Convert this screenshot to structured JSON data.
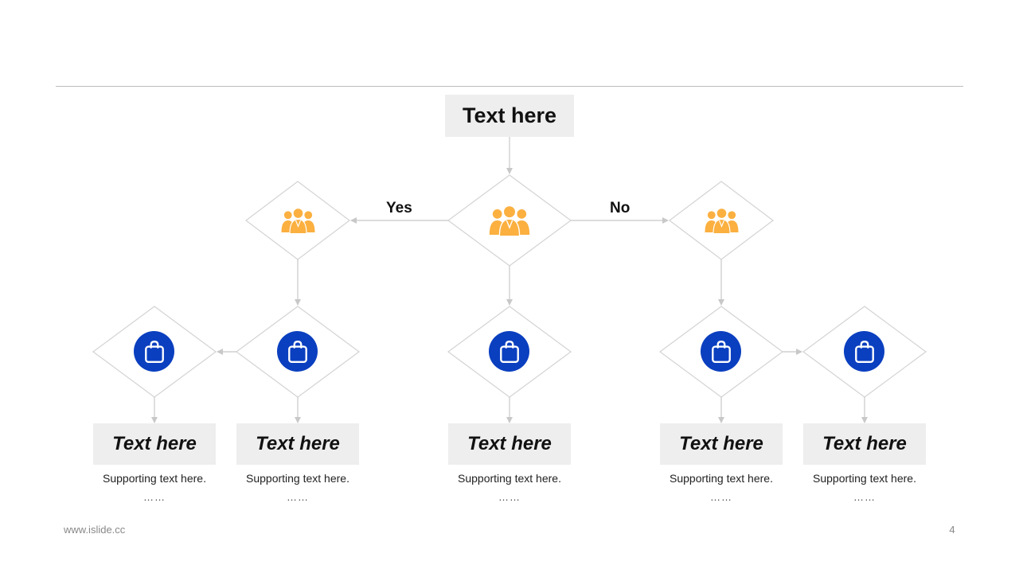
{
  "title": "Text here",
  "branches": {
    "yes_label": "Yes",
    "no_label": "No"
  },
  "results": [
    {
      "heading": "Text here",
      "support": "Supporting text here.",
      "more": "……"
    },
    {
      "heading": "Text here",
      "support": "Supporting text here.",
      "more": "……"
    },
    {
      "heading": "Text here",
      "support": "Supporting text here.",
      "more": "……"
    },
    {
      "heading": "Text here",
      "support": "Supporting text here.",
      "more": "……"
    },
    {
      "heading": "Text here",
      "support": "Supporting text here.",
      "more": "……"
    }
  ],
  "icons": {
    "decision": "team-icon",
    "outcome": "shopping-bag-icon"
  },
  "colors": {
    "team_icon": "#fbb040",
    "bag_circle": "#0a3fbf",
    "box_fill": "#eeeeee",
    "connector": "#c8c8c8"
  },
  "footer": {
    "url": "www.islide.cc",
    "page": "4"
  }
}
